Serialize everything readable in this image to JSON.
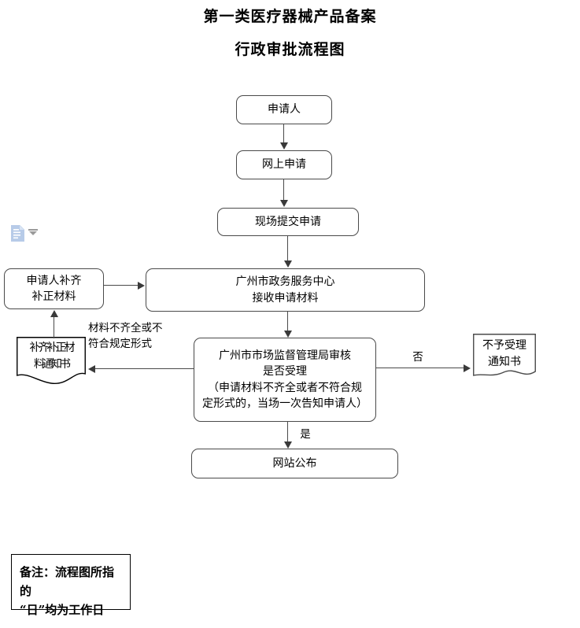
{
  "document": {
    "title_line1": "第一类医疗器械产品备案",
    "title_line2": "行政审批流程图"
  },
  "paste_widget": {
    "icon": "paste-document-icon",
    "dropdown": "chevron-down-icon",
    "icon_color": "#b7cbe8"
  },
  "flowchart": {
    "type": "flowchart",
    "orientation": "top-to-bottom",
    "nodes": [
      {
        "id": "applicant",
        "label": "申请人",
        "shape": "rounded-rect"
      },
      {
        "id": "online-apply",
        "label": "网上申请",
        "shape": "rounded-rect"
      },
      {
        "id": "onsite-submit",
        "label": "现场提交申请",
        "shape": "rounded-rect"
      },
      {
        "id": "service-center",
        "label": "广州市政务服务中心\n接收申请材料",
        "shape": "rounded-rect"
      },
      {
        "id": "review",
        "label": "广州市市场监督管理局审核\n是否受理\n（申请材料不齐全或者不符合规\n定形式的，当场一次告知申请人）",
        "shape": "rounded-rect"
      },
      {
        "id": "publish",
        "label": "网站公布",
        "shape": "rounded-rect"
      },
      {
        "id": "applicant-supplement",
        "label": "申请人补齐\n补正材料",
        "shape": "rounded-rect"
      },
      {
        "id": "supplement-notice",
        "label": "补齐补正材\n料通知书",
        "shape": "document"
      },
      {
        "id": "reject-notice",
        "label": "不予受理\n通知书",
        "shape": "document"
      }
    ],
    "edges": [
      {
        "from": "applicant",
        "to": "online-apply",
        "label": ""
      },
      {
        "from": "online-apply",
        "to": "onsite-submit",
        "label": ""
      },
      {
        "from": "onsite-submit",
        "to": "service-center",
        "label": ""
      },
      {
        "from": "service-center",
        "to": "review",
        "label": ""
      },
      {
        "from": "review",
        "to": "publish",
        "label": "是"
      },
      {
        "from": "review",
        "to": "reject-notice",
        "label": "否"
      },
      {
        "from": "review",
        "to": "supplement-notice",
        "label": "材料不齐全或不\n符合规定形式"
      },
      {
        "from": "supplement-notice",
        "to": "applicant-supplement",
        "label": ""
      },
      {
        "from": "applicant-supplement",
        "to": "service-center",
        "label": ""
      }
    ],
    "edge_labels": {
      "yes": "是",
      "no": "否",
      "incomplete": "材料不齐全或不\n符合规定形式"
    }
  },
  "note": {
    "text": "备注：流程图所指的\n“日”均为工作日"
  }
}
